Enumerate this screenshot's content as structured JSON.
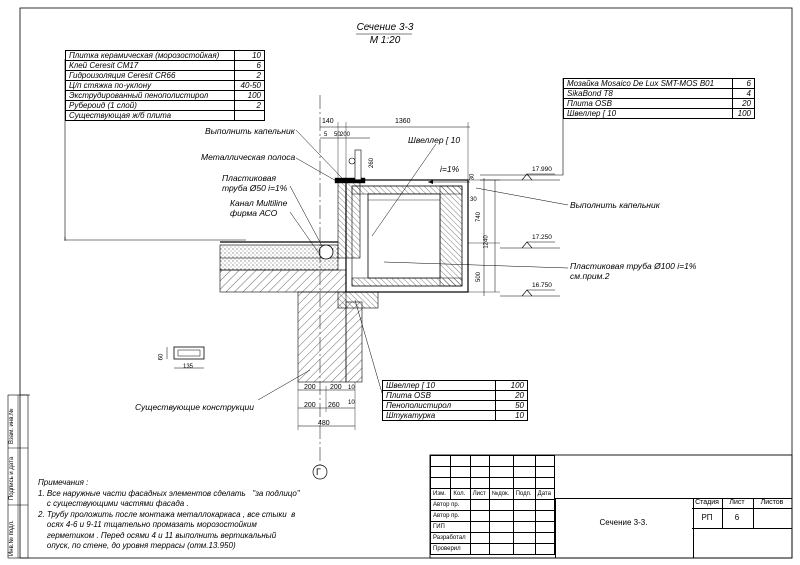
{
  "drawing": {
    "title": "Сечение 3-3",
    "scale": "М 1:20"
  },
  "layer_table_left": [
    {
      "name": "Плитка керамическая  (морозостойкая)",
      "value": "10"
    },
    {
      "name": "Клей Ceresit CM17",
      "value": "6"
    },
    {
      "name": "Гидроизоляция Ceresit CR66",
      "value": "2"
    },
    {
      "name": "Ц/п стяжка по-уклону",
      "value": "40-50"
    },
    {
      "name": "Экструдированный пенополистирол",
      "value": "100"
    },
    {
      "name": "Рубероид (1 слой)",
      "value": "2"
    },
    {
      "name": "Существующая ж/б плита",
      "value": ""
    }
  ],
  "layer_table_right": [
    {
      "name": "Мозайка Mosaico De Lux SMT-MOS B01",
      "value": "6"
    },
    {
      "name": "SikaBond T8",
      "value": "4"
    },
    {
      "name": "Плита OSB",
      "value": "20"
    },
    {
      "name": "Швеллер [ 10",
      "value": "100"
    }
  ],
  "layer_table_bottom": [
    {
      "name": "Швеллер [ 10",
      "value": "100"
    },
    {
      "name": "Плита OSB",
      "value": "20"
    },
    {
      "name": "Пенополистирол",
      "value": "50"
    },
    {
      "name": "Штукатурка",
      "value": "10"
    }
  ],
  "callouts": {
    "drip_left": "Выполнить капельник",
    "metal_strip": "Металлическая полоса",
    "plastic_pipe_1": "Пластиковая",
    "plastic_pipe_2": "труба Ø50 i=1%",
    "channel_1": "Канал Multiline",
    "channel_2": "фирма АСО",
    "channel_beam": "Швеллер [ 10",
    "slope": "i=1%",
    "drip_right": "Выполнить капельник",
    "pipe100": "Пластиковая труба  Ø100 i=1%",
    "pipe100_note": "см.прим.2",
    "existing": "Существующие конструкции",
    "axis": "Г"
  },
  "dimensions": {
    "d140": "140",
    "d1360": "1360",
    "d5": "5",
    "d50": "50",
    "d200": "200",
    "d260": "260",
    "d30a": "30",
    "d30b": "30",
    "d740": "740",
    "d1240": "1240",
    "d500": "500",
    "d60": "60",
    "d135": "135",
    "b200a": "200",
    "b200b": "200",
    "b10a": "10",
    "b200c": "200",
    "b260": "260",
    "b10b": "10",
    "b480": "480"
  },
  "levels": {
    "l1": "17.990",
    "l2": "17.250",
    "l3": "16.750"
  },
  "notes": {
    "heading": "Примечания :",
    "lines": [
      "1. Все наружные части фасадных элементов сделать   \"за подлицо\"",
      "    с существующими частями фасада .",
      "2. Трубу проложить после монтажа металлокаркаса , все стыки  в",
      "    осях 4-6 и 9-11 тщательно промазать морозостойким",
      "    герметиком . Перед осями 4 и 11 выполнить вертикальный",
      "    опуск, по стене, до уровня террасы (отм.13.950)"
    ]
  },
  "stamp": {
    "cols": [
      "Изм.",
      "Кол.",
      "Лист",
      "№док.",
      "Подп.",
      "Дата"
    ],
    "rows": [
      "Автор пр.",
      "Автор пр.",
      "ГИП",
      "Разработал",
      "Проверил"
    ],
    "stage_label": "Стадия",
    "sheet_label": "Лист",
    "sheets_label": "Листов",
    "stage": "РП",
    "sheet": "6",
    "sheet_title": "Сечение 3-3."
  },
  "side_stamp": {
    "inv_replace": "Взам. инв.№",
    "sign_date": "Подпись и дата",
    "inv_orig": "Инв.№ подл."
  }
}
